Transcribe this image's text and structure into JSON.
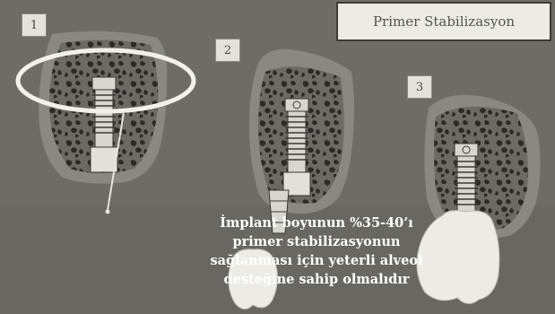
{
  "title": "Primer Stabilizasyon",
  "steps": [
    {
      "number": "1"
    },
    {
      "number": "2"
    },
    {
      "number": "3"
    }
  ],
  "caption": {
    "lines": [
      "İmplant boyunun %35-40’ı",
      "primer stabilizasyonun",
      "sağlanması için yeterli alveol",
      "desteğine sahip olmalıdır"
    ]
  },
  "colors": {
    "background": "#6e6c66",
    "bone_outer": "#8a8882",
    "bone_inner": "#6c6a65",
    "trabeculae": "#2c2a27",
    "implant": "#d8d6d0",
    "crown": "#ecebe6",
    "highlight_ring": "#f2f0e8",
    "pointer": "#e6e4dc"
  },
  "icons": [
    "implant-screw",
    "abutment",
    "crown",
    "highlight-ring",
    "pointer-arrow"
  ]
}
